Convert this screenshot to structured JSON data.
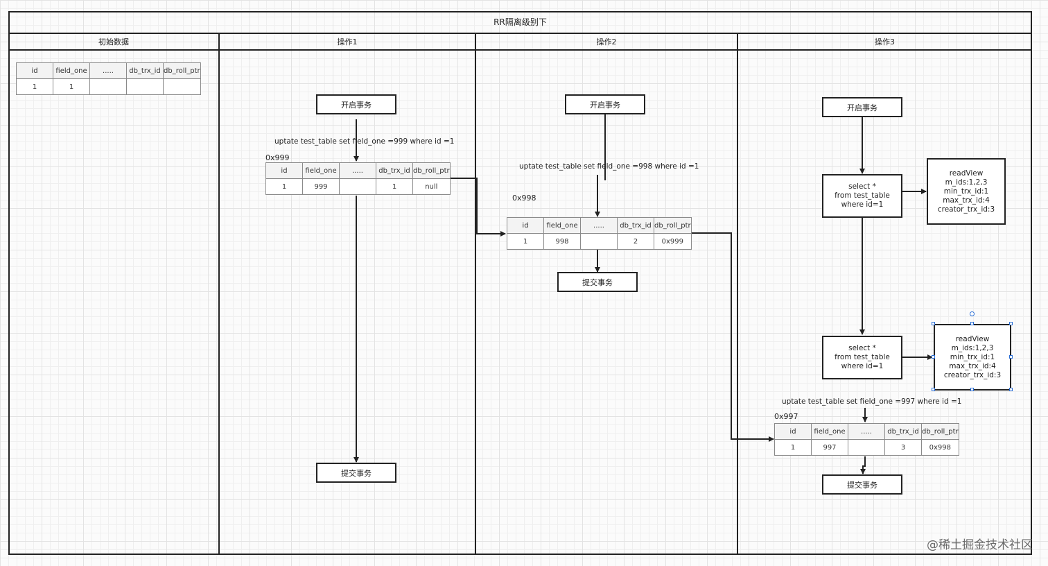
{
  "title": "RR隔离级别下",
  "lanes": [
    "初始数据",
    "操作1",
    "操作2",
    "操作3"
  ],
  "columns": [
    "id",
    "field_one",
    ".....",
    "db_trx_id",
    "db_roll_ptr"
  ],
  "initial_row": [
    "1",
    "1",
    "",
    "",
    ""
  ],
  "op1": {
    "begin": "开启事务",
    "sql": "uptate test_table set field_one =999 where id =1",
    "addr": "0x999",
    "row": [
      "1",
      "999",
      "",
      "1",
      "null"
    ],
    "commit": "提交事务"
  },
  "op2": {
    "begin": "开启事务",
    "sql": "uptate test_table set field_one =998 where id =1",
    "addr": "0x998",
    "row": [
      "1",
      "998",
      "",
      "2",
      "0x999"
    ],
    "commit": "提交事务"
  },
  "op3": {
    "begin": "开启事务",
    "select": [
      "select *",
      "from  test_table",
      "where id=1"
    ],
    "readview": [
      "readView",
      "m_ids:1,2,3",
      "min_trx_id:1",
      "max_trx_id:4",
      "creator_trx_id:3"
    ],
    "sql": "uptate test_table set field_one =997 where id =1",
    "addr": "0x997",
    "row": [
      "1",
      "997",
      "",
      "3",
      "0x998"
    ],
    "commit": "提交事务"
  },
  "watermark": "@稀土掘金技术社区"
}
